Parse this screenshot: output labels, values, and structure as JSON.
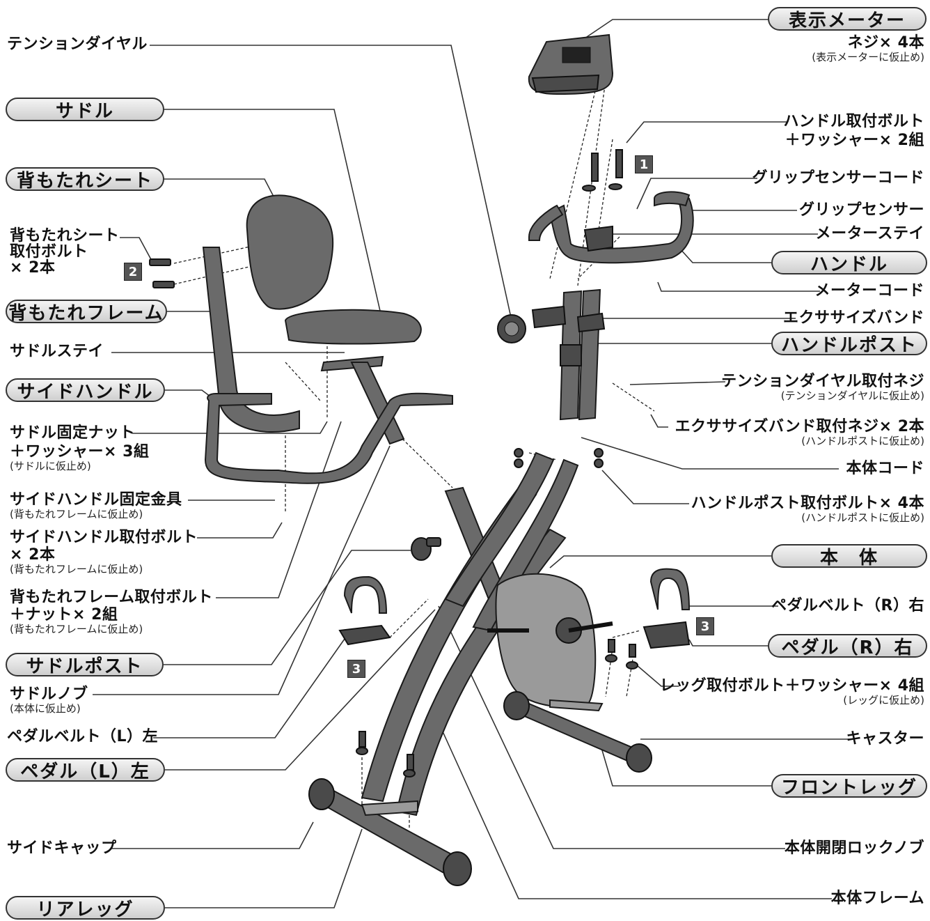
{
  "labels": {
    "tension_dial": "テンションダイヤル",
    "saddle": "サドル",
    "backrest_seat": "背もたれシート",
    "backrest_bolt_1": "背もたれシート",
    "backrest_bolt_2": "取付ボルト",
    "backrest_bolt_3": "× 2本",
    "backrest_frame": "背もたれフレーム",
    "saddle_stay": "サドルステイ",
    "side_handle": "サイドハンドル",
    "saddle_nut_1": "サドル固定ナット",
    "saddle_nut_2": "＋ワッシャー× 3組",
    "saddle_nut_note": "(サドルに仮止め)",
    "side_handle_bracket": "サイドハンドル固定金具",
    "side_handle_bracket_note": "(背もたれフレームに仮止め)",
    "side_handle_bolt_1": "サイドハンドル取付ボルト",
    "side_handle_bolt_2": "× 2本",
    "side_handle_bolt_note": "(背もたれフレームに仮止め)",
    "frame_bolt_1": "背もたれフレーム取付ボルト",
    "frame_bolt_2": "＋ナット× 2組",
    "frame_bolt_note": "(背もたれフレームに仮止め)",
    "saddle_post": "サドルポスト",
    "saddle_knob": "サドルノブ",
    "saddle_knob_note": "(本体に仮止め)",
    "pedal_belt_l": "ペダルベルト（L）左",
    "pedal_l": "ペダル（L）左",
    "side_cap": "サイドキャップ",
    "rear_leg": "リアレッグ",
    "meter": "表示メーター",
    "meter_screws": "ネジ× 4本",
    "meter_screws_note": "(表示メーターに仮止め)",
    "handle_bolt_1": "ハンドル取付ボルト",
    "handle_bolt_2": "＋ワッシャー× 2組",
    "grip_cord": "グリップセンサーコード",
    "grip_sensor": "グリップセンサー",
    "meter_stay": "メーターステイ",
    "handle": "ハンドル",
    "meter_cord": "メーターコード",
    "exercise_band": "エクササイズバンド",
    "handle_post": "ハンドルポスト",
    "tension_screw": "テンションダイヤル取付ネジ",
    "tension_screw_note": "(テンションダイヤルに仮止め)",
    "band_screw": "エクササイズバンド取付ネジ× 2本",
    "band_screw_note": "(ハンドルポストに仮止め)",
    "body_cord": "本体コード",
    "post_bolt": "ハンドルポスト取付ボルト× 4本",
    "post_bolt_note": "(ハンドルポストに仮止め)",
    "body": "本　体",
    "pedal_belt_r": "ペダルベルト（R）右",
    "pedal_r": "ペダル（R）右",
    "leg_bolt": "レッグ取付ボルト＋ワッシャー× 4組",
    "leg_bolt_note": "(レッグに仮止め)",
    "caster": "キャスター",
    "front_leg": "フロントレッグ",
    "lock_knob": "本体開閉ロックノブ",
    "body_frame": "本体フレーム"
  },
  "badges": {
    "one": "1",
    "two": "2",
    "three_a": "3",
    "three_b": "3"
  },
  "colors": {
    "part": "#6a6a6a",
    "outline": "#1a1a1a",
    "pill_bg": "#dcdcdc"
  }
}
